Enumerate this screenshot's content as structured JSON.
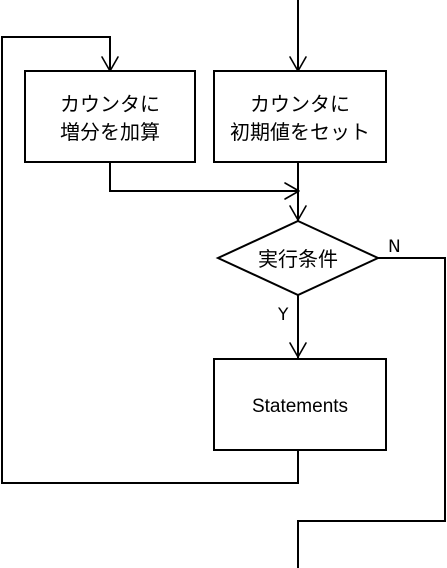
{
  "flowchart": {
    "increment_box": {
      "line1": "カウンタに",
      "line2": "増分を加算"
    },
    "init_box": {
      "line1": "カウンタに",
      "line2": "初期値をセット"
    },
    "condition": {
      "label": "実行条件",
      "yes_label": "Y",
      "no_label": "N"
    },
    "statements_box": {
      "label": "Statements"
    }
  }
}
